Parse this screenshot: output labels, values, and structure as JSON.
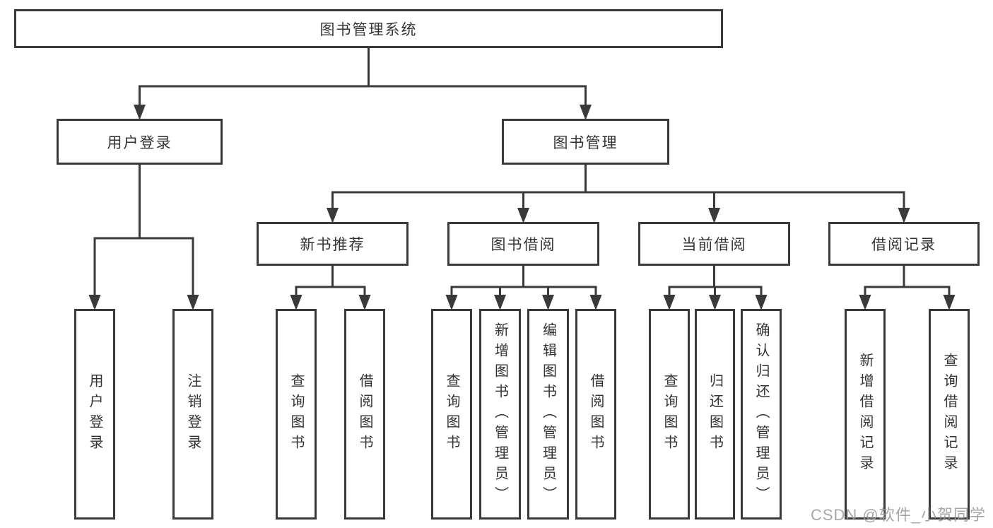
{
  "diagram": {
    "tree": {
      "label": "图书管理系统",
      "children": [
        {
          "label": "用户登录",
          "children": [
            {
              "label": "用户登录"
            },
            {
              "label": "注销登录"
            }
          ]
        },
        {
          "label": "图书管理",
          "children": [
            {
              "label": "新书推荐",
              "children": [
                {
                  "label": "查询图书"
                },
                {
                  "label": "借阅图书"
                }
              ]
            },
            {
              "label": "图书借阅",
              "children": [
                {
                  "label": "查询图书"
                },
                {
                  "label": "新增图书（管理员）"
                },
                {
                  "label": "编辑图书（管理员）"
                },
                {
                  "label": "借阅图书"
                }
              ]
            },
            {
              "label": "当前借阅",
              "children": [
                {
                  "label": "查询图书"
                },
                {
                  "label": "归还图书"
                },
                {
                  "label": "确认归还（管理员）"
                }
              ]
            },
            {
              "label": "借阅记录",
              "children": [
                {
                  "label": "新增借阅记录"
                },
                {
                  "label": "查询借阅记录"
                }
              ]
            }
          ]
        }
      ]
    },
    "colors": {
      "line": "#3a3a3a",
      "border": "#3a3a3a",
      "text": "#333333",
      "watermark": "#969696"
    }
  },
  "watermark": {
    "text": "CSDN @软件_小贺同学"
  }
}
